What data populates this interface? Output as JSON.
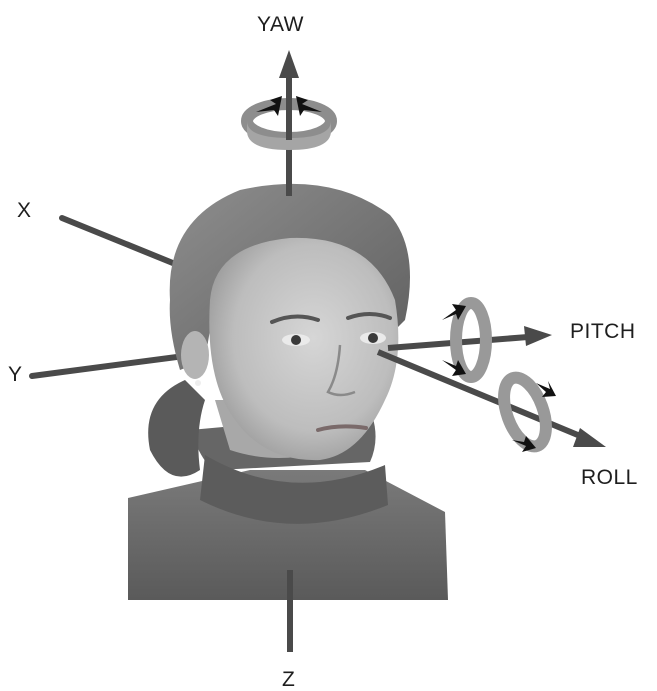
{
  "labels": {
    "yaw": "YAW",
    "pitch": "PITCH",
    "roll": "ROLL",
    "x": "X",
    "y": "Y",
    "z": "Z"
  },
  "colors": {
    "axis": "#4a4a4a",
    "ring": "#9a9a9a",
    "arrowhead": "#111111",
    "skin": "#c9c9c9",
    "hair": "#7c7c7c",
    "sweater": "#6e6e6e",
    "text": "#1e1e1e"
  }
}
